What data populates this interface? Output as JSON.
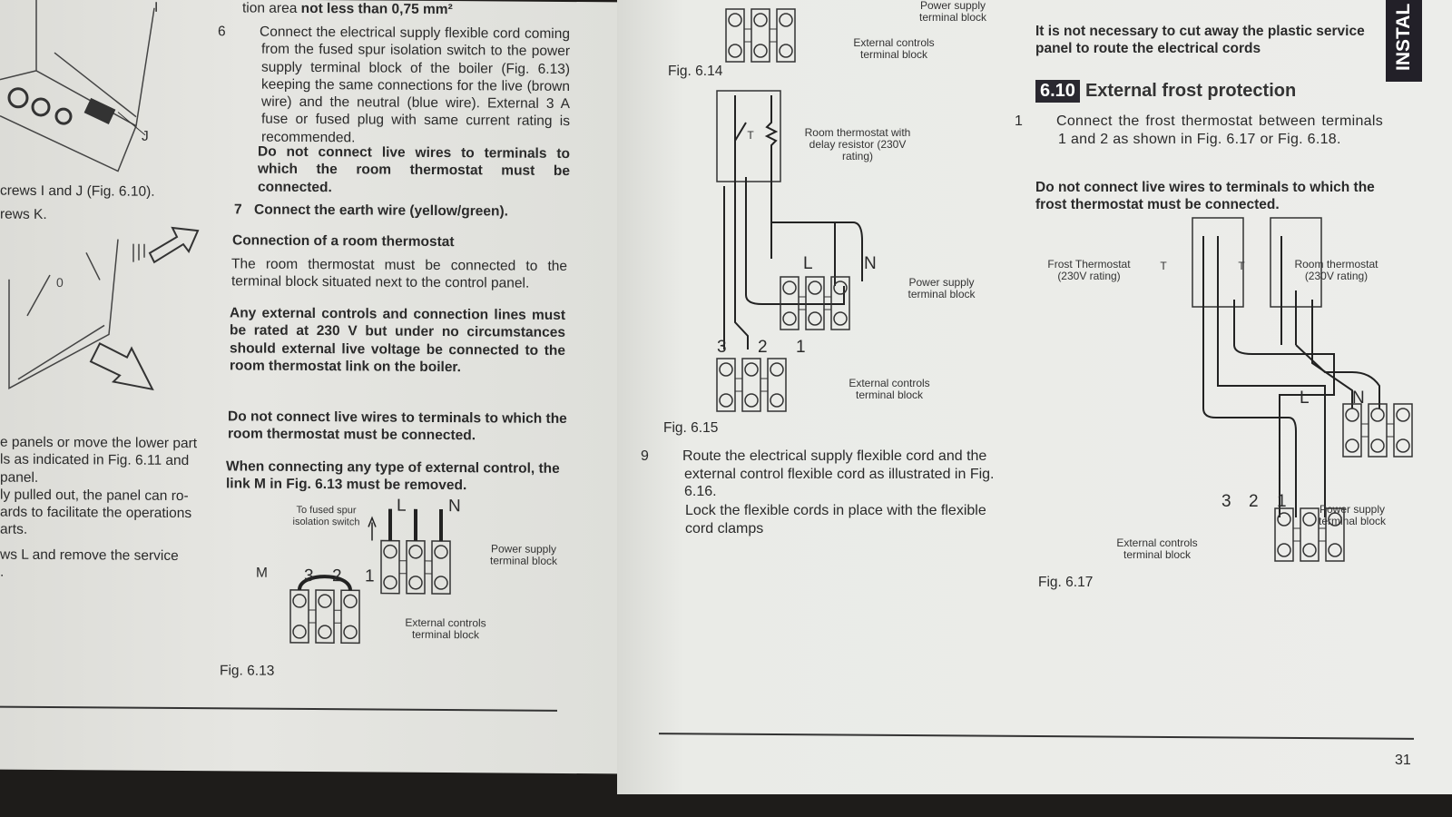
{
  "left_page": {
    "fig610_labels": {
      "i": "I",
      "j": "J"
    },
    "side_text": [
      "crews I and J (Fig. 6.10).",
      "rews K."
    ],
    "side_text2": [
      "e panels or move the lower part",
      "ls as indicated in Fig. 6.11 and",
      "panel.",
      "ly pulled out, the panel can ro-",
      "ards to facilitate the operations",
      "arts.",
      "ws L and remove the service",
      "."
    ],
    "fig611_label": "0",
    "top_line_pre": "tion area ",
    "top_line_bold": "not less than 0,75 mm²",
    "step6_num": "6",
    "step6": "Connect the electrical supply flexible cord coming from the fused spur isolation switch to the power supply terminal block of the boiler (Fig. 6.13) keeping the same connections for the live (brown wire) and the neutral (blue wire). External 3 A fuse or fused plug with same current rating is recommended.",
    "step6_warning": "Do not connect live wires to terminals to which the room thermostat must be connected.",
    "step7_num": "7",
    "step7": "Connect the earth wire (yellow/green).",
    "room_heading": "Connection of a room thermostat",
    "room_text": "The room thermostat must be connected to the terminal block situated next to the control panel.",
    "external_warning": "Any external controls and connection lines must be rated at 230 V but under no circumstances should external live voltage be connected to the room thermostat link on the boiler.",
    "live_warning": "Do not connect live wires to terminals to which the room thermostat must be connected.",
    "link_warning": "When connecting any type of external control, the link M in Fig. 6.13 must be removed.",
    "fig613": {
      "caption": "Fig. 6.13",
      "fused_spur": "To fused spur isolation switch",
      "L": "L",
      "N": "N",
      "M": "M",
      "t3": "3",
      "t2": "2",
      "t1": "1",
      "power": "Power supply terminal block",
      "external": "External controls terminal block"
    }
  },
  "right_page": {
    "fig614": {
      "caption": "Fig. 6.14",
      "power": "Power supply terminal block",
      "external": "External controls terminal block"
    },
    "fig615": {
      "caption": "Fig. 6.15",
      "thermostat": "Room thermostat with delay resistor (230V rating)",
      "T": "T",
      "L": "L",
      "N": "N",
      "t3": "3",
      "t2": "2",
      "t1": "1",
      "power": "Power supply terminal block",
      "external": "External controls terminal block"
    },
    "step9_num": "9",
    "step9": "Route the electrical supply flexible cord and the external control flexible cord as illustrated in Fig. 6.16.",
    "step9b": "Lock the flexible cords in place with the flexible cord clamps",
    "note": "It is not necessary to cut away the plastic service panel to route the electrical cords",
    "section_number": "6.10",
    "section_title": "External frost protection",
    "step1_num": "1",
    "step1": "Connect the frost thermostat between terminals 1 and 2 as shown in Fig. 6.17 or Fig. 6.18.",
    "frost_warning": "Do not connect live wires to terminals to which the frost thermostat must be connected.",
    "fig617": {
      "caption": "Fig. 6.17",
      "frost": "Frost Thermostat (230V rating)",
      "room": "Room thermostat (230V rating)",
      "T": "T",
      "L": "L",
      "N": "N",
      "t3": "3",
      "t2": "2",
      "t1": "1",
      "power": "Power supply terminal block",
      "external": "External controls terminal block"
    },
    "tab": "INSTAL",
    "page_number": "31"
  }
}
